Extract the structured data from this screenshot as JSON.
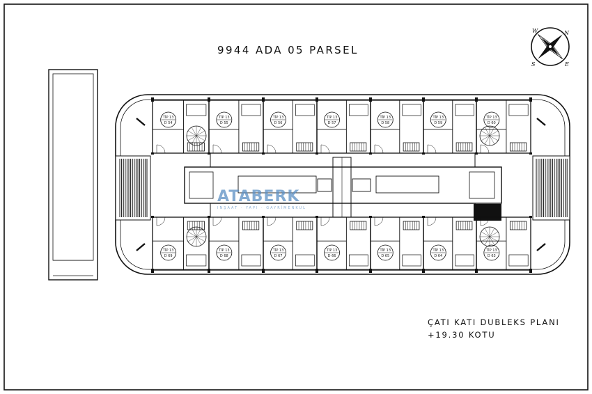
{
  "title": "9944 ADA 05 PARSEL",
  "plan_name": "ÇATI KATI DUBLEKS PLANI",
  "elevation": "+19.30 KOTU",
  "compass": {
    "n": "N",
    "s": "S",
    "w": "W",
    "e": "E"
  },
  "watermark": {
    "brand": "ATABERK",
    "sub": "INŞAAT · YAPI · GAYRİMENKUL"
  },
  "units": {
    "top": [
      {
        "type": "TİP 13",
        "no": "D 54"
      },
      {
        "type": "TİP 13",
        "no": "D 55"
      },
      {
        "type": "TİP 13",
        "no": "D 56"
      },
      {
        "type": "TİP 13",
        "no": "D 57"
      },
      {
        "type": "TİP 13",
        "no": "D 58"
      },
      {
        "type": "TİP 13",
        "no": "D 59"
      },
      {
        "type": "TİP 13",
        "no": "D 60"
      }
    ],
    "bottom": [
      {
        "type": "TİP 13",
        "no": "D 69"
      },
      {
        "type": "TİP 13",
        "no": "D 68"
      },
      {
        "type": "TİP 13",
        "no": "D 67"
      },
      {
        "type": "TİP 13",
        "no": "D 66"
      },
      {
        "type": "TİP 13",
        "no": "D 65"
      },
      {
        "type": "TİP 13",
        "no": "D 64"
      },
      {
        "type": "TİP 13",
        "no": "D 63"
      }
    ]
  }
}
